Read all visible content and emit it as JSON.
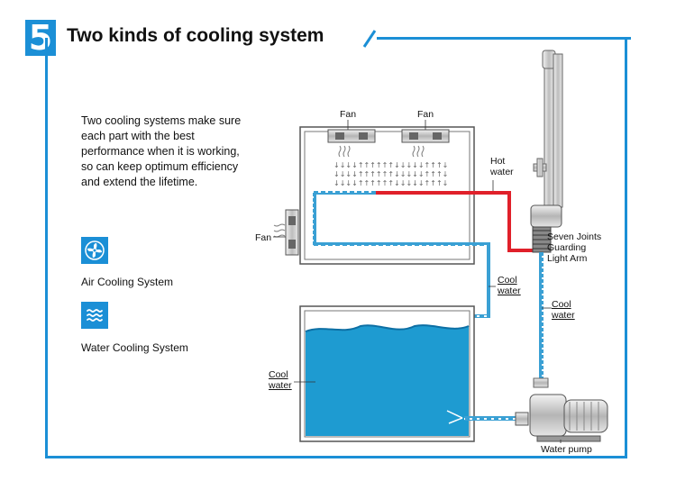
{
  "header": {
    "step_number": "5",
    "title": "Two kinds of cooling system"
  },
  "description": "Two cooling systems make sure each part with the best performance when it is working, so can keep optimum efficiency and extend the lifetime.",
  "legend": [
    {
      "label": "Air Cooling System",
      "icon": "fan-icon"
    },
    {
      "label": "Water Cooling System",
      "icon": "water-waves-icon"
    }
  ],
  "diagram": {
    "fan_top_left": "Fan",
    "fan_top_right": "Fan",
    "fan_side": "Fan",
    "hot_water": "Hot\nwater",
    "cool_water_pipe": "Cool\nwater",
    "cool_water_right": "Cool\nwater",
    "cool_water_tank": "Cool\nwater",
    "seven_joints": "Seven Joints\nGuarding\nLight Arm",
    "water_pump": "Water pump"
  },
  "colors": {
    "accent": "#1b8fd6",
    "hot_pipe": "#e0202a",
    "cool_pipe": "#3aa0d4",
    "water": "#1e9bd1"
  }
}
